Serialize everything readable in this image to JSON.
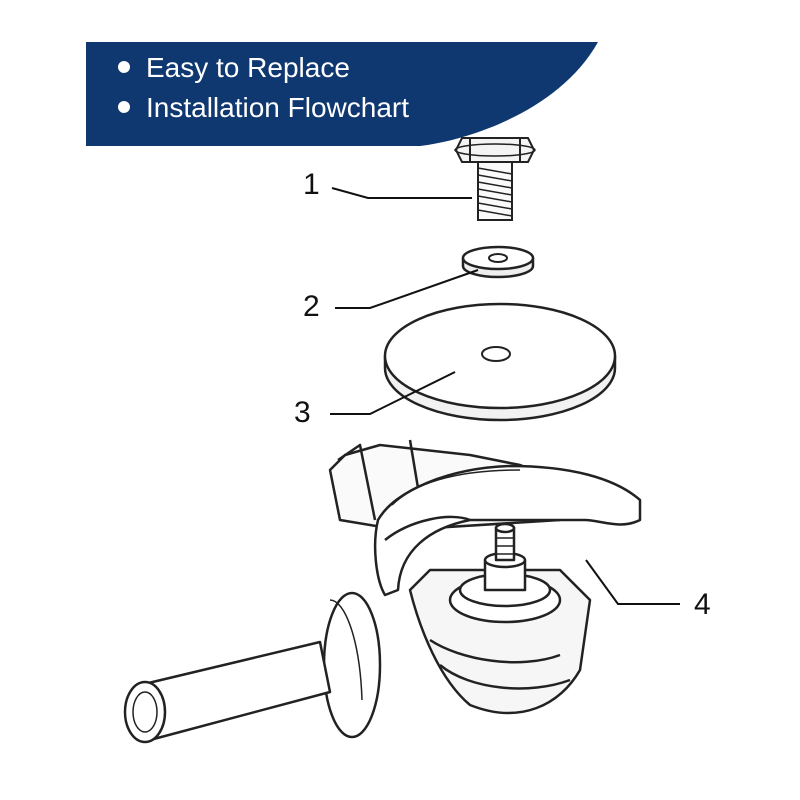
{
  "banner": {
    "color": "#0f3870",
    "items": [
      "Easy to Replace",
      "Installation Flowchart"
    ]
  },
  "callouts": [
    {
      "number": "1",
      "part": "flange-bolt"
    },
    {
      "number": "2",
      "part": "washer"
    },
    {
      "number": "3",
      "part": "disc"
    },
    {
      "number": "4",
      "part": "angle-grinder-guard"
    }
  ]
}
